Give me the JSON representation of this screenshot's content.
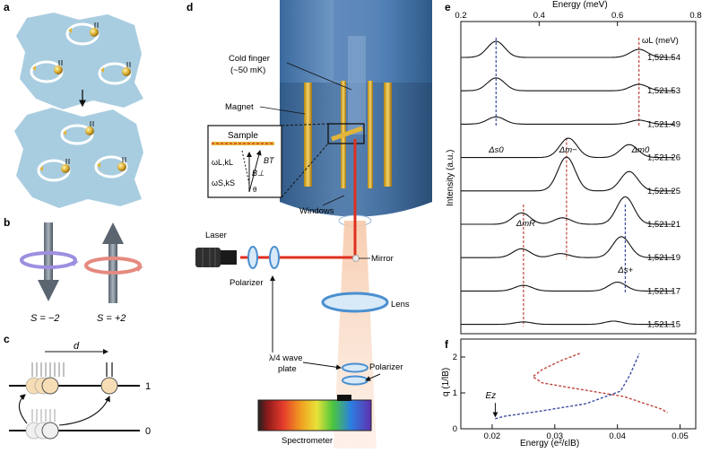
{
  "panel_labels": {
    "a": "a",
    "b": "b",
    "c": "c",
    "d": "d",
    "e": "e",
    "f": "f"
  },
  "panel_b": {
    "spin_down_label": "S = −2",
    "spin_up_label": "S = +2"
  },
  "panel_c": {
    "distance_label": "d",
    "level_1": "1",
    "level_0": "0"
  },
  "panel_d": {
    "cold_finger": "Cold finger",
    "cold_finger_temp": "(~50 mK)",
    "magnet": "Magnet",
    "sample": "Sample",
    "inset_laser": "ωL,kL",
    "inset_scattered": "ωS,kS",
    "inset_bperp": "B⊥",
    "inset_btotal": "BT",
    "inset_theta": "θ",
    "windows": "Windows",
    "laser": "Laser",
    "mirror": "Mirror",
    "polarizer_1": "Polarizer",
    "lens": "Lens",
    "waveplate_line1": "λ/4 wave",
    "waveplate_line2": "plate",
    "polarizer_2": "Polarizer",
    "spectrometer": "Spectrometer"
  },
  "chart_data": [
    {
      "type": "line",
      "panel": "e",
      "xlabel": "Energy (meV)",
      "ylabel": "Intensity (a.u.)",
      "xlim": [
        0.2,
        0.8
      ],
      "xticks": [
        "0.2",
        "0.4",
        "0.6",
        "0.8"
      ],
      "x_tick_values": [
        0.2,
        0.4,
        0.6,
        0.8
      ],
      "legend_title": "ωL (meV)",
      "series": [
        {
          "name": "1,521.54",
          "peaks": [
            [
              0.29,
              2.0
            ],
            [
              0.655,
              1.0
            ]
          ]
        },
        {
          "name": "1,521.53",
          "peaks": [
            [
              0.29,
              1.6
            ],
            [
              0.655,
              0.8
            ]
          ]
        },
        {
          "name": "1,521.49",
          "peaks": [
            [
              0.29,
              0.9
            ],
            [
              0.655,
              0.5
            ]
          ]
        },
        {
          "name": "1,521.26",
          "peaks": [
            [
              0.475,
              2.4
            ],
            [
              0.63,
              1.6
            ]
          ]
        },
        {
          "name": "1,521.25",
          "peaks": [
            [
              0.47,
              4.2
            ],
            [
              0.63,
              2.4
            ]
          ]
        },
        {
          "name": "1,521.21",
          "peaks": [
            [
              0.355,
              1.4
            ],
            [
              0.46,
              0.8
            ],
            [
              0.62,
              3.4
            ]
          ]
        },
        {
          "name": "1,521.19",
          "peaks": [
            [
              0.355,
              1.1
            ],
            [
              0.455,
              0.5
            ],
            [
              0.61,
              2.6
            ]
          ]
        },
        {
          "name": "1,521.17",
          "peaks": [
            [
              0.36,
              0.7
            ],
            [
              0.6,
              1.1
            ]
          ]
        },
        {
          "name": "1,521.15",
          "peaks": [
            [
              0.36,
              0.3
            ],
            [
              0.59,
              0.4
            ]
          ]
        }
      ],
      "annotations": [
        {
          "label": "Δs0",
          "x": 0.29
        },
        {
          "label": "Δm−",
          "x": 0.47
        },
        {
          "label": "Δm0",
          "x": 0.655
        },
        {
          "label": "ΔmR",
          "x": 0.36
        },
        {
          "label": "Δs+",
          "x": 0.62
        }
      ]
    },
    {
      "type": "line",
      "panel": "f",
      "xlabel": "Energy (e²/εlB)",
      "ylabel": "q (1/lB)",
      "xlim": [
        0.015,
        0.0525
      ],
      "ylim": [
        0,
        2.5
      ],
      "xticks": [
        "0.02",
        "0.03",
        "0.04",
        "0.05"
      ],
      "x_tick_values": [
        0.02,
        0.03,
        0.04,
        0.05
      ],
      "yticks": [
        "0",
        "1",
        "2"
      ],
      "y_tick_values": [
        0,
        1,
        2
      ],
      "annotation": "Ez",
      "series": [
        {
          "name": "",
          "color": "#c0463c",
          "points": [
            [
              0.034,
              2.1
            ],
            [
              0.031,
              1.9
            ],
            [
              0.028,
              1.65
            ],
            [
              0.0265,
              1.45
            ],
            [
              0.028,
              1.28
            ],
            [
              0.034,
              1.1
            ],
            [
              0.041,
              0.9
            ],
            [
              0.047,
              0.55
            ],
            [
              0.048,
              0.45
            ]
          ]
        },
        {
          "name": "",
          "color": "#3d4d9e",
          "points": [
            [
              0.0205,
              0.28
            ],
            [
              0.022,
              0.35
            ],
            [
              0.028,
              0.5
            ],
            [
              0.035,
              0.7
            ],
            [
              0.0405,
              1.05
            ],
            [
              0.042,
              1.5
            ],
            [
              0.043,
              1.9
            ],
            [
              0.0435,
              2.1
            ]
          ]
        }
      ]
    }
  ]
}
